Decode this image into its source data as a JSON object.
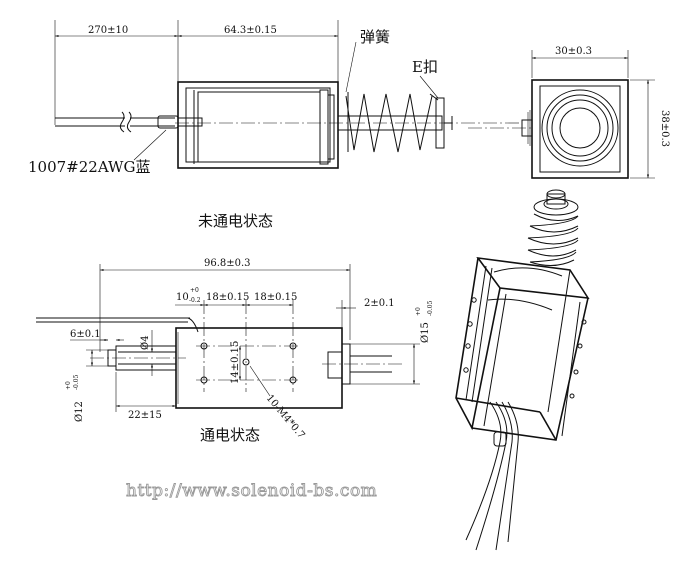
{
  "labels": {
    "spring": "弹簧",
    "e_clip": "E扣",
    "wire_spec": "1007#22AWG蓝",
    "state_off": "未通电状态",
    "state_on": "通电状态",
    "watermark": "http://www.solenoid-bs.com"
  },
  "dims": {
    "lead_length": "270±10",
    "body_length": "64.3±0.15",
    "width": "30±0.3",
    "height": "38±0.3",
    "overall_length": "96.8±0.3",
    "stroke": "2±0.1",
    "plunger_dia": "Ø15",
    "plunger_dia_tol_top": "+0",
    "plunger_dia_tol_bot": "-0.05",
    "flange": "6±0.1",
    "shaft_dia": "Ø4",
    "hole_pos": "10",
    "hole_pos_tol_top": "+0",
    "hole_pos_tol_bot": "-0.2",
    "hole_spacing_1": "18±0.15",
    "hole_spacing_2": "18±0.15",
    "hole_vertical": "14±0.15",
    "screw": "10-M4*0.7",
    "shaft_protrusion": "22±15",
    "bottom_dia": "Ø12",
    "bottom_dia_tol_top": "+0",
    "bottom_dia_tol_bot": "-0.05"
  }
}
